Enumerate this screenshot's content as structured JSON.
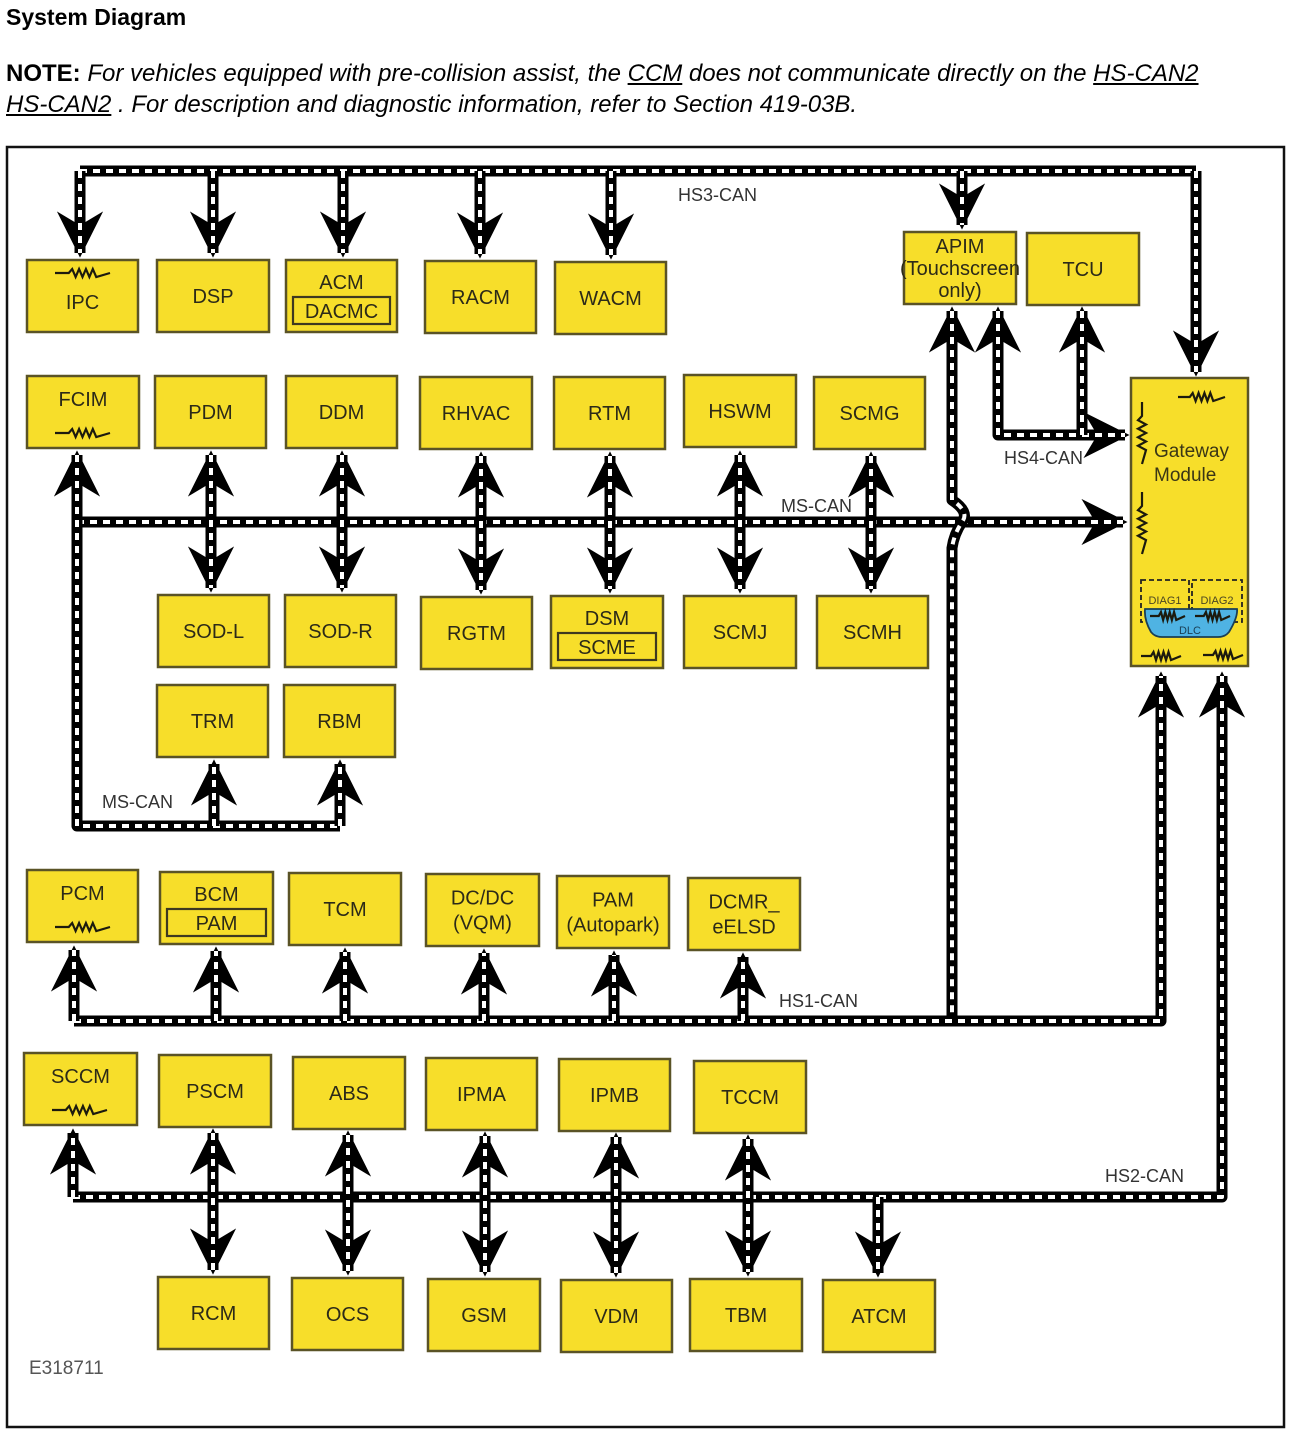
{
  "page": {
    "title": "System Diagram",
    "note": {
      "label": "NOTE:",
      "text1": " For vehicles equipped with pre-collision assist, the ",
      "link_ccm": "CCM",
      "text2": " does not communicate directly on the ",
      "link_hscan2_a": "HS-CAN2",
      "link_hscan2_b": "HS-CAN2",
      "text3": " . For description and diagnostic information, refer to Section 419-03B."
    }
  },
  "diagram": {
    "figure_id": "E318711",
    "colors": {
      "module_fill": "#f7de2a",
      "module_border": "#5a5326",
      "bus": "#000000",
      "dlc": "#4fb3e3"
    },
    "bus_labels": {
      "hs3": "HS3-CAN",
      "hs4": "HS4-CAN",
      "ms_main": "MS-CAN",
      "ms_lower": "MS-CAN",
      "hs1": "HS1-CAN",
      "hs2": "HS2-CAN"
    },
    "gateway": {
      "lines": [
        "Gateway",
        "Module"
      ],
      "diag1": "DIAG1",
      "diag2": "DIAG2",
      "dlc": "DLC"
    },
    "modules": [
      {
        "id": "ipc",
        "bus": "HS3-CAN",
        "lines": [
          "IPC"
        ],
        "terminator": "top"
      },
      {
        "id": "dsp",
        "bus": "HS3-CAN",
        "lines": [
          "DSP"
        ]
      },
      {
        "id": "acm",
        "bus": "HS3-CAN",
        "lines": [
          "ACM"
        ],
        "inner": "DACMC"
      },
      {
        "id": "racm",
        "bus": "HS3-CAN",
        "lines": [
          "RACM"
        ]
      },
      {
        "id": "wacm",
        "bus": "HS3-CAN",
        "lines": [
          "WACM"
        ]
      },
      {
        "id": "apim",
        "bus": "HS3-CAN / HS4-CAN / HS1-CAN",
        "lines": [
          "APIM",
          "(Touchscreen",
          "only)"
        ]
      },
      {
        "id": "tcu",
        "bus": "HS4-CAN",
        "lines": [
          "TCU"
        ]
      },
      {
        "id": "fcim",
        "bus": "MS-CAN",
        "lines": [
          "FCIM"
        ],
        "terminator": "bottom"
      },
      {
        "id": "pdm",
        "bus": "MS-CAN",
        "lines": [
          "PDM"
        ]
      },
      {
        "id": "ddm",
        "bus": "MS-CAN",
        "lines": [
          "DDM"
        ]
      },
      {
        "id": "rhvac",
        "bus": "MS-CAN",
        "lines": [
          "RHVAC"
        ]
      },
      {
        "id": "rtm",
        "bus": "MS-CAN",
        "lines": [
          "RTM"
        ]
      },
      {
        "id": "hswm",
        "bus": "MS-CAN",
        "lines": [
          "HSWM"
        ]
      },
      {
        "id": "scmg",
        "bus": "MS-CAN",
        "lines": [
          "SCMG"
        ]
      },
      {
        "id": "sod-l",
        "bus": "MS-CAN",
        "lines": [
          "SOD-L"
        ]
      },
      {
        "id": "sod-r",
        "bus": "MS-CAN",
        "lines": [
          "SOD-R"
        ]
      },
      {
        "id": "rgtm",
        "bus": "MS-CAN",
        "lines": [
          "RGTM"
        ]
      },
      {
        "id": "dsm",
        "bus": "MS-CAN",
        "lines": [
          "DSM"
        ],
        "inner": "SCME"
      },
      {
        "id": "scmj",
        "bus": "MS-CAN",
        "lines": [
          "SCMJ"
        ]
      },
      {
        "id": "scmh",
        "bus": "MS-CAN",
        "lines": [
          "SCMH"
        ]
      },
      {
        "id": "trm",
        "bus": "MS-CAN",
        "lines": [
          "TRM"
        ]
      },
      {
        "id": "rbm",
        "bus": "MS-CAN",
        "lines": [
          "RBM"
        ]
      },
      {
        "id": "pcm",
        "bus": "HS1-CAN",
        "lines": [
          "PCM"
        ],
        "terminator": "bottom"
      },
      {
        "id": "bcm",
        "bus": "HS1-CAN",
        "lines": [
          "BCM"
        ],
        "inner": "PAM"
      },
      {
        "id": "tcm",
        "bus": "HS1-CAN",
        "lines": [
          "TCM"
        ]
      },
      {
        "id": "dcdc",
        "bus": "HS1-CAN",
        "lines": [
          "DC/DC",
          "(VQM)"
        ]
      },
      {
        "id": "pam",
        "bus": "HS1-CAN",
        "lines": [
          "PAM",
          "(Autopark)"
        ]
      },
      {
        "id": "dcmr",
        "bus": "HS1-CAN",
        "lines": [
          "DCMR_",
          "eELSD"
        ]
      },
      {
        "id": "sccm",
        "bus": "HS2-CAN",
        "lines": [
          "SCCM"
        ],
        "terminator": "bottom"
      },
      {
        "id": "pscm",
        "bus": "HS2-CAN",
        "lines": [
          "PSCM"
        ]
      },
      {
        "id": "abs",
        "bus": "HS2-CAN",
        "lines": [
          "ABS"
        ]
      },
      {
        "id": "ipma",
        "bus": "HS2-CAN",
        "lines": [
          "IPMA"
        ]
      },
      {
        "id": "ipmb",
        "bus": "HS2-CAN",
        "lines": [
          "IPMB"
        ]
      },
      {
        "id": "tccm",
        "bus": "HS2-CAN",
        "lines": [
          "TCCM"
        ]
      },
      {
        "id": "rcm",
        "bus": "HS2-CAN",
        "lines": [
          "RCM"
        ]
      },
      {
        "id": "ocs",
        "bus": "HS2-CAN",
        "lines": [
          "OCS"
        ]
      },
      {
        "id": "gsm",
        "bus": "HS2-CAN",
        "lines": [
          "GSM"
        ]
      },
      {
        "id": "vdm",
        "bus": "HS2-CAN",
        "lines": [
          "VDM"
        ]
      },
      {
        "id": "tbm",
        "bus": "HS2-CAN",
        "lines": [
          "TBM"
        ]
      },
      {
        "id": "atcm",
        "bus": "HS2-CAN",
        "lines": [
          "ATCM"
        ]
      }
    ]
  }
}
